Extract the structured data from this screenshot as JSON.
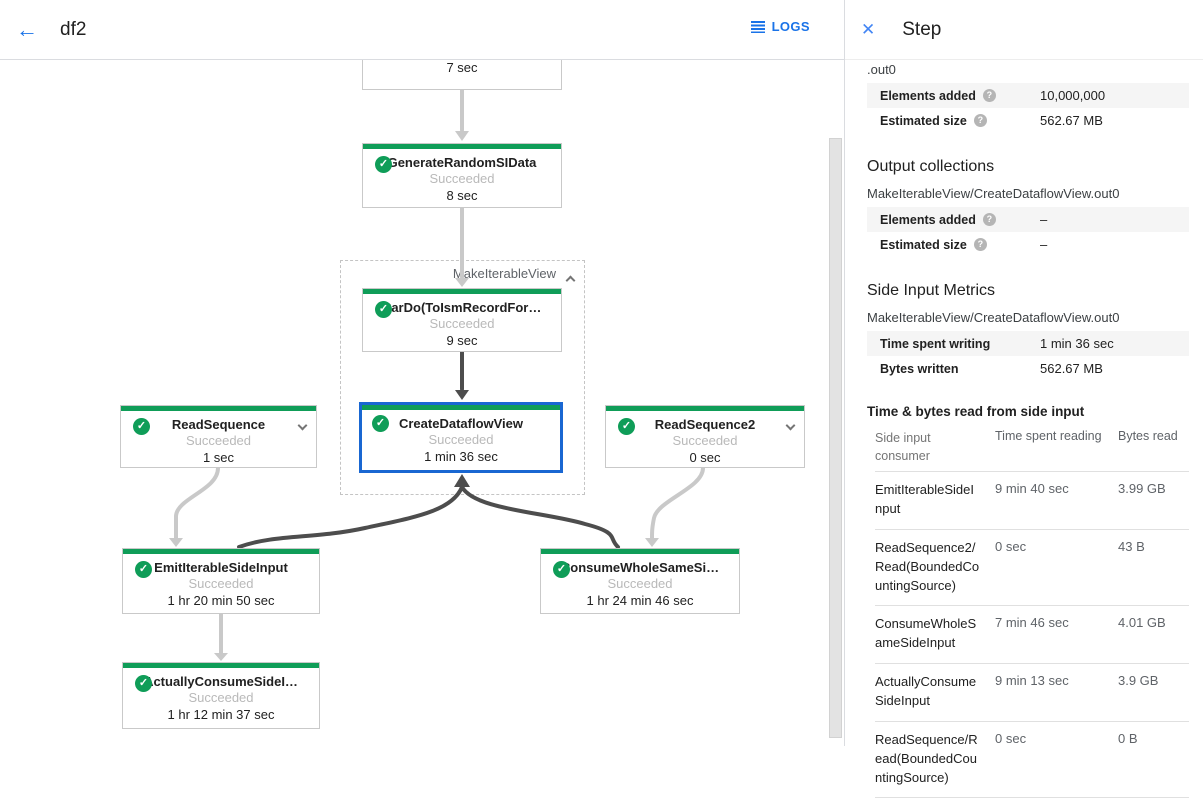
{
  "colors": {
    "green": "#0f9d58",
    "blue": "#1a73e8",
    "selected_border": "#1967d2",
    "light_edge": "#c9c9c9",
    "dark_edge": "#4d4d4d"
  },
  "icons": {
    "back": "←",
    "close": "✕",
    "check": "✓",
    "help": "?",
    "logs": "list-lines",
    "chevron_down": "chevron-down",
    "chevron_up": "chevron-up"
  },
  "header": {
    "title": "df2",
    "logs_label": "LOGS"
  },
  "graph": {
    "group_label": "MakeIterableView",
    "nodes": [
      {
        "title": "",
        "status": "Succeeded",
        "time": "7 sec"
      },
      {
        "title": "GenerateRandomSIData",
        "status": "Succeeded",
        "time": "8 sec"
      },
      {
        "title": "ParDo(ToIsmRecordFor…",
        "status": "Succeeded",
        "time": "9 sec"
      },
      {
        "title": "CreateDataflowView",
        "status": "Succeeded",
        "time": "1 min 36 sec"
      },
      {
        "title": "ReadSequence",
        "status": "Succeeded",
        "time": "1 sec"
      },
      {
        "title": "ReadSequence2",
        "status": "Succeeded",
        "time": "0 sec"
      },
      {
        "title": "EmitIterableSideInput",
        "status": "Succeeded",
        "time": "1 hr 20 min 50 sec"
      },
      {
        "title": "ConsumeWholeSameSi…",
        "status": "Succeeded",
        "time": "1 hr 24 min 46 sec"
      },
      {
        "title": "ActuallyConsumeSideI…",
        "status": "Succeeded",
        "time": "1 hr 12 min 37 sec"
      }
    ]
  },
  "panel": {
    "title": "Step",
    "clipped_line": ".out0",
    "input_metrics": {
      "rows": [
        {
          "label": "Elements added",
          "value": "10,000,000"
        },
        {
          "label": "Estimated size",
          "value": "562.67 MB"
        }
      ]
    },
    "output_collections": {
      "heading": "Output collections",
      "collection": "MakeIterableView/CreateDataflowView.out0",
      "rows": [
        {
          "label": "Elements added",
          "value": "–"
        },
        {
          "label": "Estimated size",
          "value": "–"
        }
      ]
    },
    "side_input_metrics": {
      "heading": "Side Input Metrics",
      "collection": "MakeIterableView/CreateDataflowView.out0",
      "rows": [
        {
          "label": "Time spent writing",
          "value": "1 min 36 sec"
        },
        {
          "label": "Bytes written",
          "value": "562.67 MB"
        }
      ],
      "table": {
        "heading": "Time & bytes read from side input",
        "columns": [
          "Side input consumer",
          "Time spent reading",
          "Bytes read"
        ],
        "rows": [
          {
            "consumer": "EmitIterableSideInput",
            "time": "9 min 40 sec",
            "bytes": "3.99 GB"
          },
          {
            "consumer": "ReadSequence2/Read(BoundedCountingSource)",
            "time": "0 sec",
            "bytes": "43 B"
          },
          {
            "consumer": "ConsumeWholeSameSideInput",
            "time": "7 min 46 sec",
            "bytes": "4.01 GB"
          },
          {
            "consumer": "ActuallyConsumeSideInput",
            "time": "9 min 13 sec",
            "bytes": "3.9 GB"
          },
          {
            "consumer": "ReadSequence/Read(BoundedCountingSource)",
            "time": "0 sec",
            "bytes": "0 B"
          }
        ]
      }
    }
  }
}
